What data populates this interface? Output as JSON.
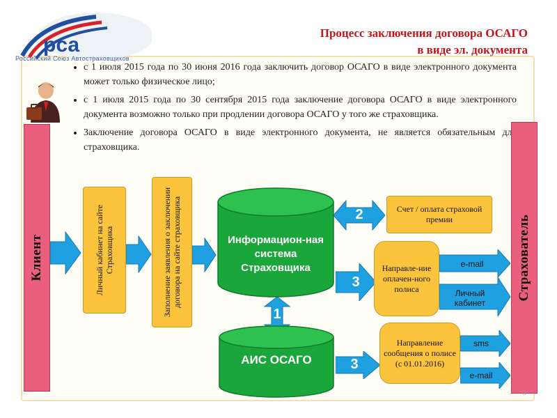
{
  "header": {
    "logo_letters": "рса",
    "logo_subtitle": "Российский Союз Автостраховщиков",
    "title_line1": "Процесс заключения договора ОСАГО",
    "title_line2": "в виде эл. документа"
  },
  "bullets": [
    "с 1 июля 2015 года по 30 июня 2016 года заключить договор ОСАГО в виде электронного документа может только физическое лицо;",
    "с 1 июля 2015 года по 30 сентября 2015 года заключение договора ОСАГО в виде электронного документа возможно только при продлении договора ОСАГО у того же страховщика.",
    "Заключение договора ОСАГО в виде электронного документа, не является обязательным для страховщика."
  ],
  "diagram": {
    "client_label": "Клиент",
    "insurer_label": "Страхователь",
    "personal_cabinet": "Личный кабинет на сайте Страховщика",
    "application": "Заполнение заявления о заключении договора на сайте страховщика",
    "info_system": "Информацион-ная система Страховщика",
    "ais": "АИС ОСАГО",
    "payment": "Счет / оплата страховой премии",
    "sending_paid": "Направле-ние оплачен-ного полиса",
    "sending_message": "Направление сообщения о полисе (с 01.01.2016)",
    "num_1": "1",
    "num_2": "2",
    "num_3a": "3",
    "num_3b": "3",
    "email_1": "e-mail",
    "cabinet_small": "Личный кабинет",
    "sms": "sms",
    "email_2": "e-mail"
  },
  "page_number": "3",
  "colors": {
    "title": "#c0161c",
    "red_columns": "#ea5f7e",
    "orange_boxes": "#fcc43c",
    "blue": "#1fa0e0",
    "green_cylinder": "#1aa63b"
  }
}
